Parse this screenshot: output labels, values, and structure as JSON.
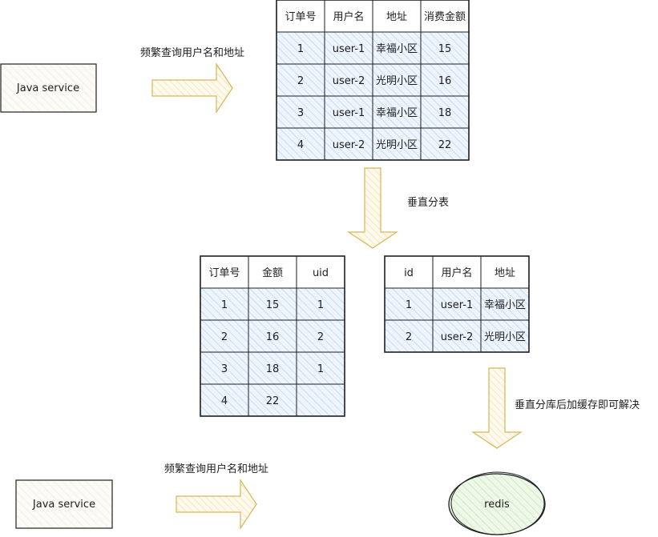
{
  "colors": {
    "stroke": "#1e1e1e",
    "arrow_fill": "#fff2cc",
    "arrow_stroke": "#d6b656",
    "table_fill": "#dae8fc",
    "box_fill": "#f9f7ed",
    "redis_fill": "#d5e8d4",
    "redis_hatch": "#b9e0a5"
  },
  "top": {
    "service_label": "Java service",
    "query_label": "频繁查询用户名和地址",
    "table": {
      "headers": [
        "订单号",
        "用户名",
        "地址",
        "消费金额"
      ],
      "rows": [
        [
          "1",
          "user-1",
          "幸福小区",
          "15"
        ],
        [
          "2",
          "user-2",
          "光明小区",
          "16"
        ],
        [
          "3",
          "user-1",
          "幸福小区",
          "18"
        ],
        [
          "4",
          "user-2",
          "光明小区",
          "22"
        ]
      ]
    }
  },
  "split_label": "垂直分表",
  "order_table": {
    "headers": [
      "订单号",
      "金额",
      "uid"
    ],
    "rows": [
      [
        "1",
        "15",
        "1"
      ],
      [
        "2",
        "16",
        "2"
      ],
      [
        "3",
        "18",
        "1"
      ],
      [
        "4",
        "22",
        ""
      ]
    ]
  },
  "user_table": {
    "headers": [
      "id",
      "用户名",
      "地址"
    ],
    "rows": [
      [
        "1",
        "user-1",
        "幸福小区"
      ],
      [
        "2",
        "user-2",
        "光明小区"
      ]
    ]
  },
  "cache_label": "垂直分库后加缓存即可解决",
  "bottom": {
    "service_label": "Java service",
    "query_label": "频繁查询用户名和地址",
    "redis_label": "redis"
  }
}
